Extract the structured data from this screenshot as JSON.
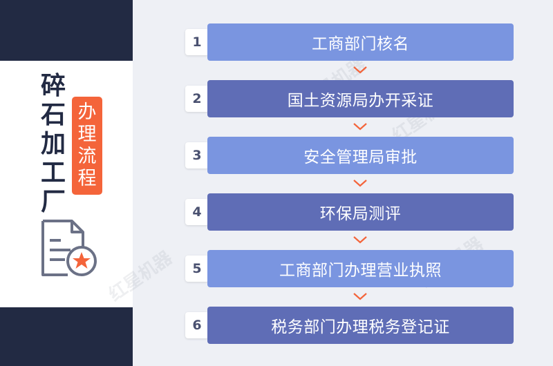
{
  "sidebar": {
    "title_chars": [
      "碎",
      "石",
      "加",
      "工",
      "厂"
    ],
    "badge_chars": [
      "办",
      "理",
      "流",
      "程"
    ],
    "icon": "document-star-icon"
  },
  "colors": {
    "navy": "#222a43",
    "accent": "#f4643a",
    "bar_light": "#7a95e0",
    "bar_dark": "#5f6db6",
    "background": "#eef0f5"
  },
  "steps": [
    {
      "number": "1",
      "label": "工商部门核名"
    },
    {
      "number": "2",
      "label": "国土资源局办开采证"
    },
    {
      "number": "3",
      "label": "安全管理局审批"
    },
    {
      "number": "4",
      "label": "环保局测评"
    },
    {
      "number": "5",
      "label": "工商部门办理营业执照"
    },
    {
      "number": "6",
      "label": "税务部门办理税务登记证"
    }
  ],
  "watermark": "红星机器"
}
